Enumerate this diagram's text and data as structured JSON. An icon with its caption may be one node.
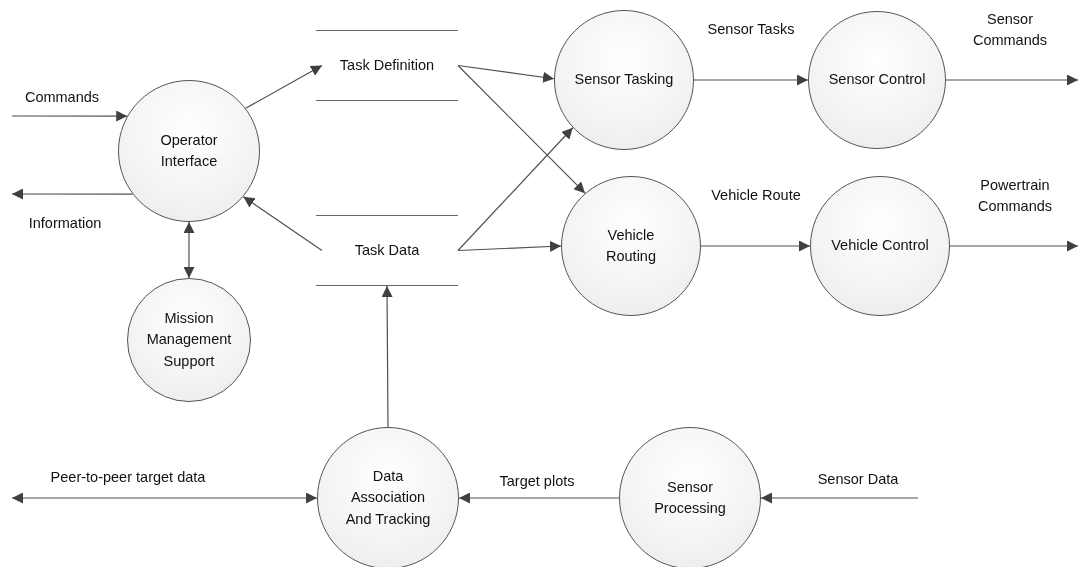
{
  "diagram": {
    "nodes": [
      {
        "text": [
          "Operator Interface"
        ]
      },
      {
        "text": [
          "Task Definition"
        ]
      },
      {
        "text": [
          "Sensor Tasking"
        ]
      },
      {
        "text": [
          "Sensor Control"
        ]
      },
      {
        "text": [
          "Task Data"
        ]
      },
      {
        "text": [
          "Vehicle Routing"
        ]
      },
      {
        "text": [
          "Vehicle Control"
        ]
      },
      {
        "text": [
          "Mission Management Support"
        ]
      },
      {
        "text": [
          "Data Association And Tracking"
        ]
      },
      {
        "text": [
          "Sensor Processing"
        ]
      }
    ],
    "edges": [
      {
        "from": null,
        "to": 0,
        "arrow": "to",
        "label": "Commands"
      },
      {
        "from": 0,
        "to": null,
        "arrow": "to",
        "label": "Information"
      },
      {
        "from": 7,
        "to": 0,
        "arrow": "both"
      },
      {
        "from": 0,
        "to": 1,
        "arrow": "to"
      },
      {
        "from": 4,
        "to": 0,
        "arrow": "to"
      },
      {
        "from": 1,
        "to": 2,
        "arrow": "to"
      },
      {
        "from": 1,
        "to": 5,
        "arrow": "to"
      },
      {
        "from": 4,
        "to": 2,
        "arrow": "to"
      },
      {
        "from": 4,
        "to": 5,
        "arrow": "to"
      },
      {
        "from": 2,
        "to": 3,
        "arrow": "to",
        "label": "Sensor Tasks"
      },
      {
        "from": 3,
        "to": null,
        "arrow": "to",
        "label": "Sensor Commands"
      },
      {
        "from": 5,
        "to": 6,
        "arrow": "to",
        "label": "Vehicle Route"
      },
      {
        "from": 6,
        "to": null,
        "arrow": "to",
        "label": "Powertrain Commands"
      },
      {
        "from": 8,
        "to": 4,
        "arrow": "to"
      },
      {
        "from": 9,
        "to": 8,
        "arrow": "to",
        "label": "Target plots"
      },
      {
        "from": null,
        "to": 9,
        "arrow": "to",
        "label": "Sensor Data"
      },
      {
        "from": 8,
        "to": null,
        "arrow": "both",
        "label": "Peer-to-peer target data"
      }
    ]
  }
}
